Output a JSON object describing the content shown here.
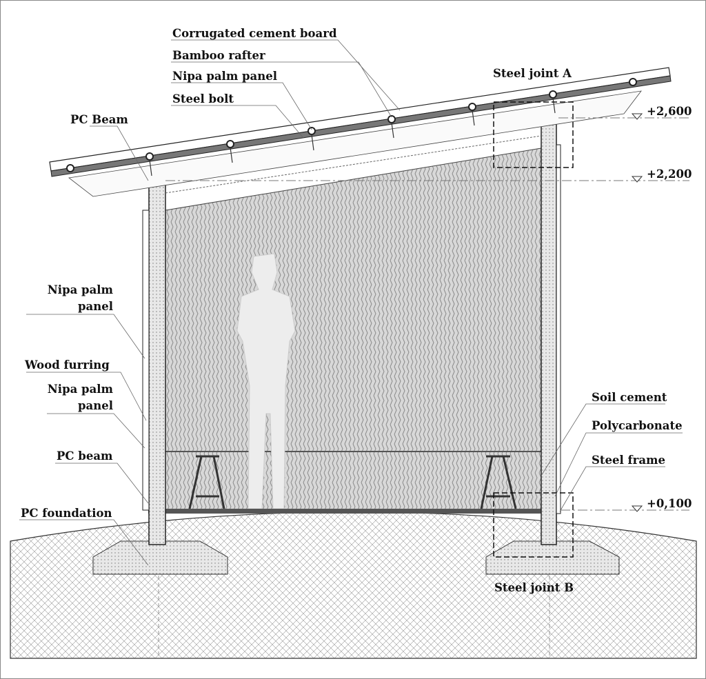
{
  "labels": {
    "corrugated_cement_board": "Corrugated cement board",
    "bamboo_rafter": "Bamboo rafter",
    "nipa_palm_panel_roof": "Nipa palm panel",
    "steel_bolt": "Steel bolt",
    "steel_joint_a": "Steel joint A",
    "pc_beam_top": "PC Beam",
    "nipa_palm_panel_wall_1_line1": "Nipa palm",
    "nipa_palm_panel_wall_1_line2": "panel",
    "wood_furring": "Wood furring",
    "nipa_palm_panel_wall_2_line1": "Nipa palm",
    "nipa_palm_panel_wall_2_line2": "panel",
    "pc_beam_bottom": "PC beam",
    "pc_foundation": "PC foundation",
    "soil_cement": "Soil cement",
    "polycarbonate": "Polycarbonate",
    "steel_frame": "Steel frame",
    "steel_joint_b": "Steel joint B"
  },
  "elevations": {
    "top": "+2,600",
    "eave": "+2,200",
    "floor": "+0,100"
  }
}
